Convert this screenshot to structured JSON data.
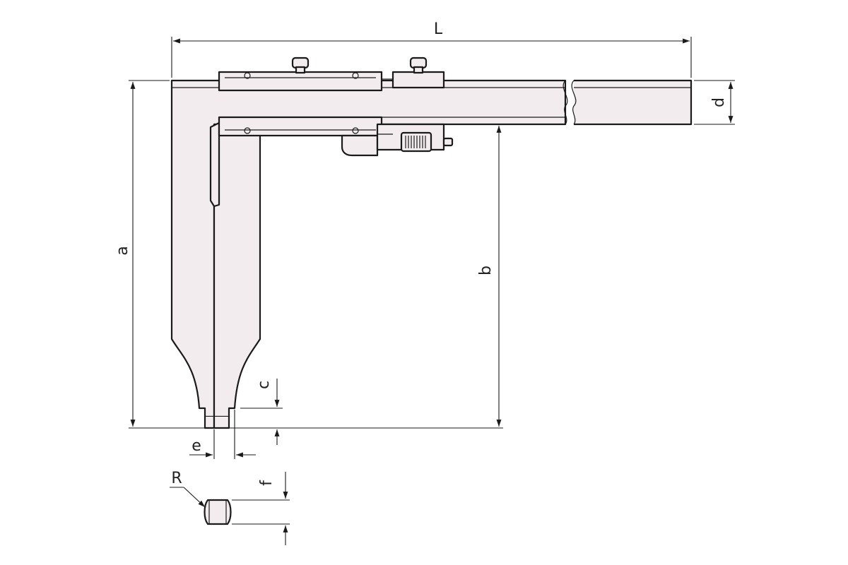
{
  "labels": {
    "L": "L",
    "a": "a",
    "b": "b",
    "c": "c",
    "d": "d",
    "e": "e",
    "f": "f",
    "R": "R"
  },
  "colors": {
    "body_fill": "#f2ecee",
    "line": "#1a1a1a",
    "background": "#ffffff"
  }
}
